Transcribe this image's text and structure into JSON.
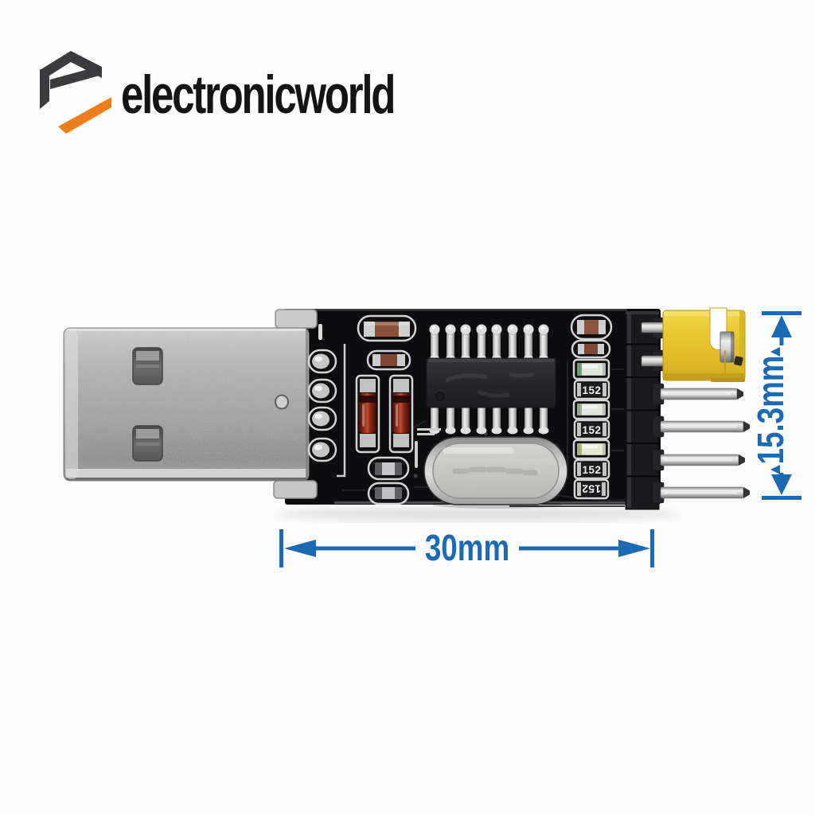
{
  "brand": {
    "name": "electronicworld"
  },
  "dimensions": {
    "width": "30mm",
    "height": "15.3mm"
  },
  "pcb": {
    "resistor_labels": [
      "152",
      "152",
      "152",
      "152"
    ]
  },
  "colors": {
    "dimension_blue": "#1b6ab5",
    "logo_dark": "#3b3b3d",
    "logo_orange": "#ee7e1b",
    "jumper_yellow": "#e9c72f",
    "pcb_black": "#0d0d10"
  }
}
